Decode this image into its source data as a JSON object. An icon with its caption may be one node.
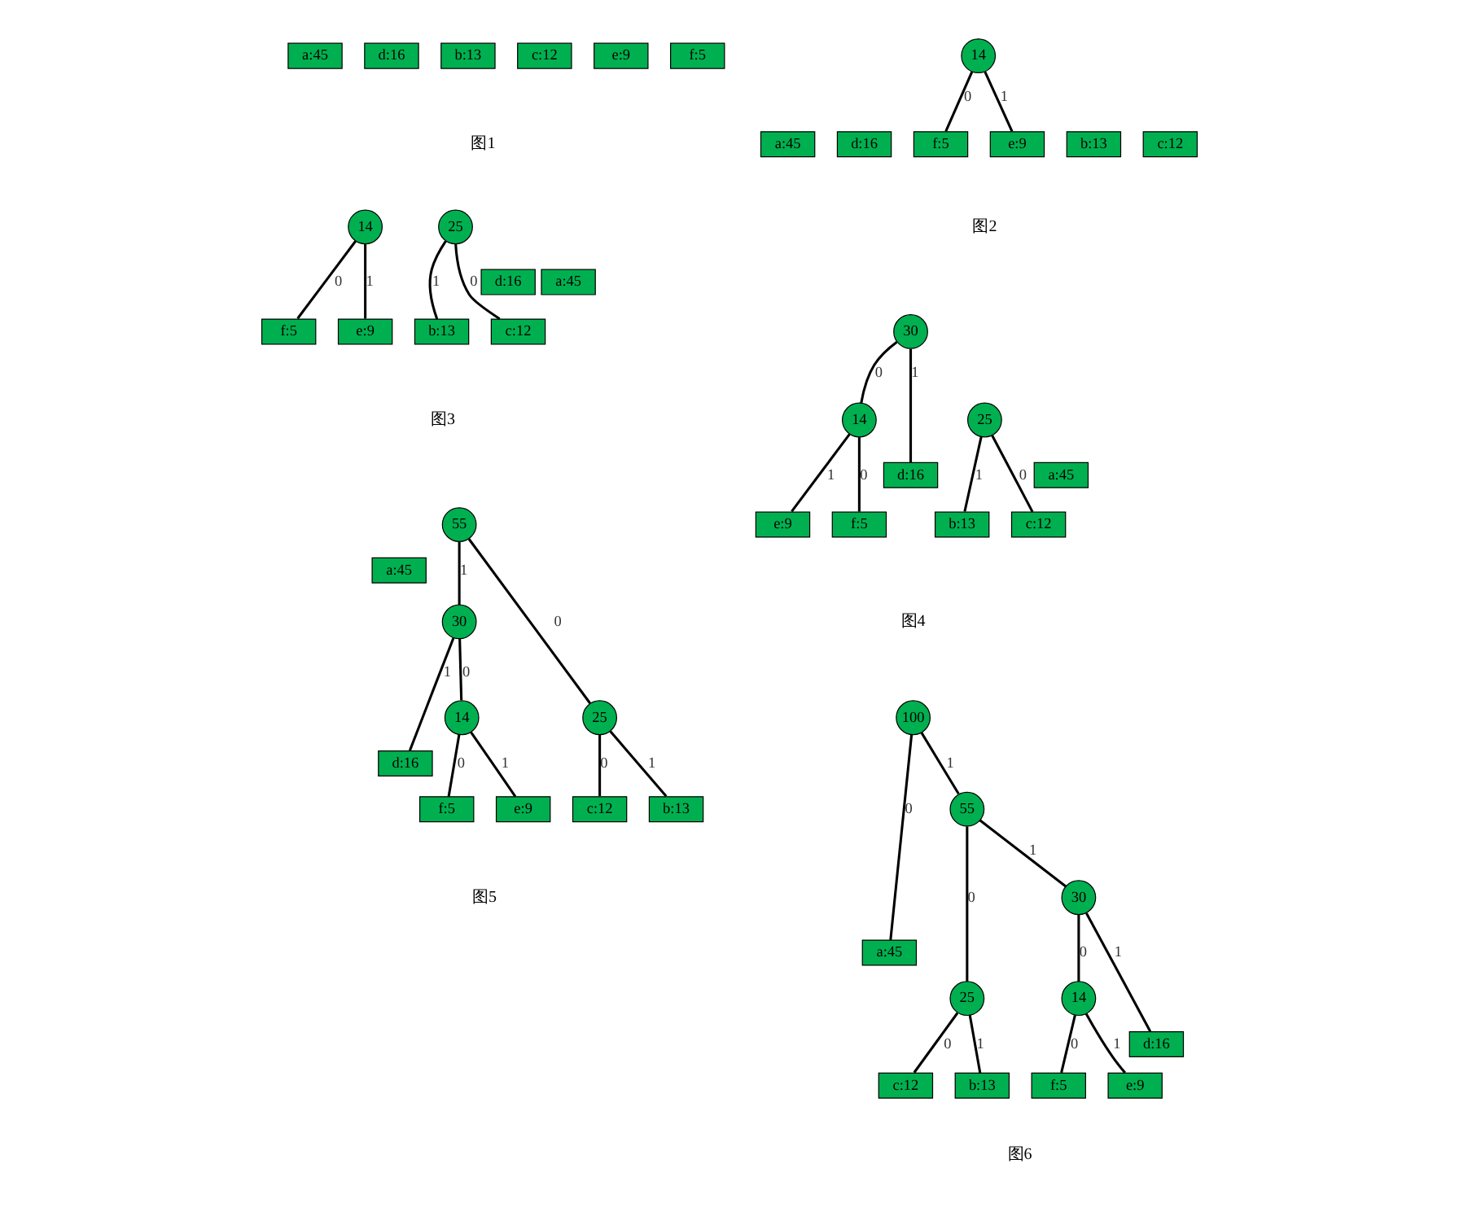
{
  "diagram": {
    "nodes": [
      {
        "text": [
          "f:5"
        ]
      },
      {
        "text": [
          "e:9"
        ]
      },
      {
        "text": [
          "c:12"
        ]
      },
      {
        "text": [
          "b:13"
        ]
      },
      {
        "text": [
          "d:16"
        ]
      },
      {
        "text": [
          "a:45"
        ]
      },
      {
        "text": [
          "c:12"
        ]
      },
      {
        "text": [
          "b:13"
        ]
      },
      {
        "text": [
          "14"
        ]
      },
      {
        "text": [
          "d:16"
        ]
      },
      {
        "text": [
          "a:45"
        ]
      },
      {
        "text": [
          "f:5"
        ]
      },
      {
        "text": [
          "e:9"
        ]
      },
      {
        "text": [
          "14"
        ]
      },
      {
        "text": [
          "d:16"
        ]
      },
      {
        "text": [
          "25"
        ]
      },
      {
        "text": [
          "a:45"
        ]
      },
      {
        "text": [
          "f:5"
        ]
      },
      {
        "text": [
          "e:9"
        ]
      },
      {
        "text": [
          "c:12"
        ]
      },
      {
        "text": [
          "b:13"
        ]
      },
      {
        "text": [
          "25"
        ]
      },
      {
        "text": [
          "30"
        ]
      },
      {
        "text": [
          "a:45"
        ]
      },
      {
        "text": [
          "c:12"
        ]
      },
      {
        "text": [
          "b:13"
        ]
      },
      {
        "text": [
          "14"
        ]
      },
      {
        "text": [
          "d:16"
        ]
      },
      {
        "text": [
          "f:5"
        ]
      },
      {
        "text": [
          "e:9"
        ]
      },
      {
        "text": [
          "a:45"
        ]
      },
      {
        "text": [
          "55"
        ]
      },
      {
        "text": [
          "25"
        ]
      },
      {
        "text": [
          "30"
        ]
      },
      {
        "text": [
          "c:12"
        ]
      },
      {
        "text": [
          "b:13"
        ]
      },
      {
        "text": [
          "14"
        ]
      },
      {
        "text": [
          "d:16"
        ]
      },
      {
        "text": [
          "f:5"
        ]
      },
      {
        "text": [
          "e:9"
        ]
      },
      {
        "text": [
          "100"
        ]
      },
      {
        "text": [
          "a:45"
        ]
      },
      {
        "text": [
          "55"
        ]
      },
      {
        "text": [
          "25"
        ]
      },
      {
        "text": [
          "30"
        ]
      },
      {
        "text": [
          "c:12"
        ]
      },
      {
        "text": [
          "b:13"
        ]
      },
      {
        "text": [
          "14"
        ]
      },
      {
        "text": [
          "d:16"
        ]
      },
      {
        "text": [
          "f:5"
        ]
      },
      {
        "text": [
          "e:9"
        ]
      }
    ],
    "edges": [
      {
        "from": 8,
        "to": 11,
        "arrow": "none",
        "label": "0"
      },
      {
        "from": 8,
        "to": 12,
        "arrow": "none",
        "label": "1"
      },
      {
        "from": 13,
        "to": 17,
        "arrow": "none",
        "label": "0"
      },
      {
        "from": 13,
        "to": 18,
        "arrow": "none",
        "label": "1"
      },
      {
        "from": 15,
        "to": 19,
        "arrow": "none",
        "label": "0"
      },
      {
        "from": 15,
        "to": 20,
        "arrow": "none",
        "label": "1"
      },
      {
        "from": 21,
        "to": 24,
        "arrow": "none",
        "label": "0"
      },
      {
        "from": 21,
        "to": 25,
        "arrow": "none",
        "label": "1"
      },
      {
        "from": 22,
        "to": 26,
        "arrow": "none",
        "label": "0"
      },
      {
        "from": 22,
        "to": 27,
        "arrow": "none",
        "label": "1"
      },
      {
        "from": 26,
        "to": 28,
        "arrow": "none",
        "label": "0"
      },
      {
        "from": 26,
        "to": 29,
        "arrow": "none",
        "label": "1"
      },
      {
        "from": 31,
        "to": 32,
        "arrow": "none",
        "label": "0"
      },
      {
        "from": 31,
        "to": 33,
        "arrow": "none",
        "label": "1"
      },
      {
        "from": 32,
        "to": 34,
        "arrow": "none",
        "label": "0"
      },
      {
        "from": 32,
        "to": 35,
        "arrow": "none",
        "label": "1"
      },
      {
        "from": 33,
        "to": 36,
        "arrow": "none",
        "label": "0"
      },
      {
        "from": 33,
        "to": 37,
        "arrow": "none",
        "label": "1"
      },
      {
        "from": 36,
        "to": 38,
        "arrow": "none",
        "label": "0"
      },
      {
        "from": 36,
        "to": 39,
        "arrow": "none",
        "label": "1"
      },
      {
        "from": 40,
        "to": 41,
        "arrow": "none",
        "label": "0"
      },
      {
        "from": 40,
        "to": 42,
        "arrow": "none",
        "label": "1"
      },
      {
        "from": 42,
        "to": 43,
        "arrow": "none",
        "label": "0"
      },
      {
        "from": 42,
        "to": 44,
        "arrow": "none",
        "label": "1"
      },
      {
        "from": 43,
        "to": 45,
        "arrow": "none",
        "label": "0"
      },
      {
        "from": 43,
        "to": 46,
        "arrow": "none",
        "label": "1"
      },
      {
        "from": 44,
        "to": 47,
        "arrow": "none",
        "label": "0"
      },
      {
        "from": 44,
        "to": 48,
        "arrow": "none",
        "label": "1"
      },
      {
        "from": 47,
        "to": 49,
        "arrow": "none",
        "label": "0"
      },
      {
        "from": 47,
        "to": 50,
        "arrow": "none",
        "label": "1"
      }
    ],
    "labels": [
      "图1",
      "图2",
      "图3",
      "图4",
      "图5",
      "图6"
    ]
  }
}
